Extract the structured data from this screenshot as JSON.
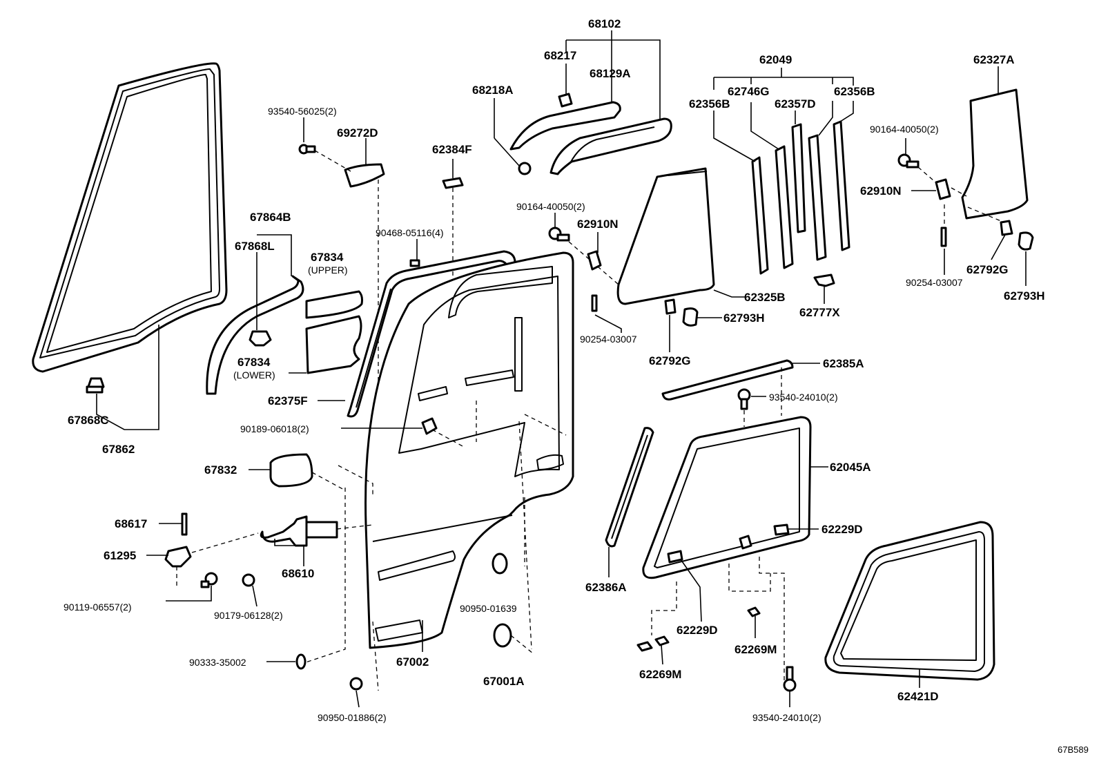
{
  "diagram_code": "67B589",
  "labels": {
    "p68102": "68102",
    "p68217": "68217",
    "p68129A": "68129A",
    "p68218A": "68218A",
    "p93540_56025": "93540-56025(2)",
    "p69272D": "69272D",
    "p62384F": "62384F",
    "p62049": "62049",
    "p62746G": "62746G",
    "p62356B_left": "62356B",
    "p62357D": "62357D",
    "p62356B_right": "62356B",
    "p62327A": "62327A",
    "p90164_40050_right": "90164-40050(2)",
    "p62910N_right": "62910N",
    "p62792G_right": "62792G",
    "p90254_03007_right": "90254-03007",
    "p62793H_right": "62793H",
    "p67864B": "67864B",
    "p67868L": "67868L",
    "p67834_upper": "67834",
    "upper_note": "(UPPER)",
    "p67834_lower": "67834",
    "lower_note": "(LOWER)",
    "p90468_05116": "90468-05116(4)",
    "p90164_40050_mid": "90164-40050(2)",
    "p62910N_mid": "62910N",
    "p62325B": "62325B",
    "p62777X": "62777X",
    "p62793H_mid": "62793H",
    "p90254_03007_mid": "90254-03007",
    "p62792G_mid": "62792G",
    "p62385A": "62385A",
    "p93540_24010_top": "93540-24010(2)",
    "p62375F": "62375F",
    "p90189_06018": "90189-06018(2)",
    "p67868C": "67868C",
    "p67862": "67862",
    "p67832": "67832",
    "p62045A": "62045A",
    "p68617": "68617",
    "p61295": "61295",
    "p68610": "68610",
    "p62229D_right": "62229D",
    "p90119_06557": "90119-06557(2)",
    "p90179_06128": "90179-06128(2)",
    "p90950_01639": "90950-01639",
    "p62386A": "62386A",
    "p62229D_bottom": "62229D",
    "p62269M_mid": "62269M",
    "p62269M_left": "62269M",
    "p90333_35002": "90333-35002",
    "p67002": "67002",
    "p67001A": "67001A",
    "p62421D": "62421D",
    "p90950_01886": "90950-01886(2)",
    "p93540_24010_bottom": "93540-24010(2)"
  }
}
